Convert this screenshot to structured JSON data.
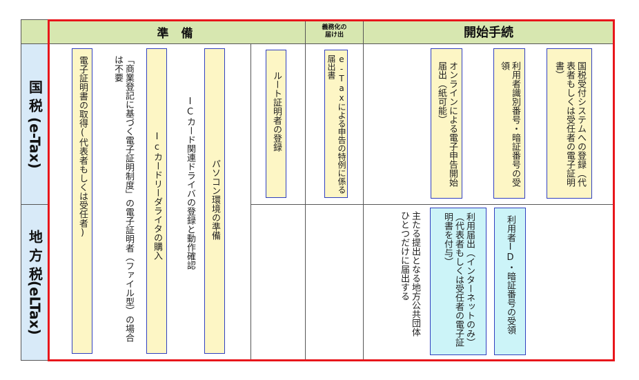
{
  "header": {
    "prep": "準 備",
    "notice": "義務化の\n届け出",
    "start": "開始手続"
  },
  "rows": {
    "national": "国 税 (e-Tax)",
    "local": "地 方 税(eLTax)"
  },
  "prep_boxes": {
    "cert": "電子証明書の取得(代表者もしくは受任者)",
    "card_reader": "Icカードリーダライタの購入",
    "driver": "ICカード関連ドライバの登録と動作確認",
    "pc": "パソコン環境の準備",
    "note": "「商業登記に基づく電子証明制度」の電子証明者（ファイル型）の場合は不要"
  },
  "root_cert": "ルート証明者の登録",
  "notice_box": "e-Taxによる申告の特例に係る届出書",
  "national_start": {
    "online": "オンラインによる電子申告開始届出（紙可能）",
    "id_pw": "利用者識別番号・暗証番号の受領",
    "registration": "国税受付システムへの登録（代表者もしくは受任者の電子証明書）"
  },
  "local_start": {
    "main_body": "主たる提出となる地方公共団体ひとつだけに届出する",
    "usage": "利用届出（インターネットのみ）（代表者もしくは受任者の電子証明書を付与）",
    "user_id": "利用者ID・暗証番号の受領"
  },
  "colors": {
    "header_green": "#d7e7b0",
    "left_blue": "#d8eaf8",
    "box_yellow": "#fdf6c5",
    "box_cyan": "#ccf4f8",
    "box_border": "#2f3fbf",
    "frame_red": "#e8161b"
  }
}
